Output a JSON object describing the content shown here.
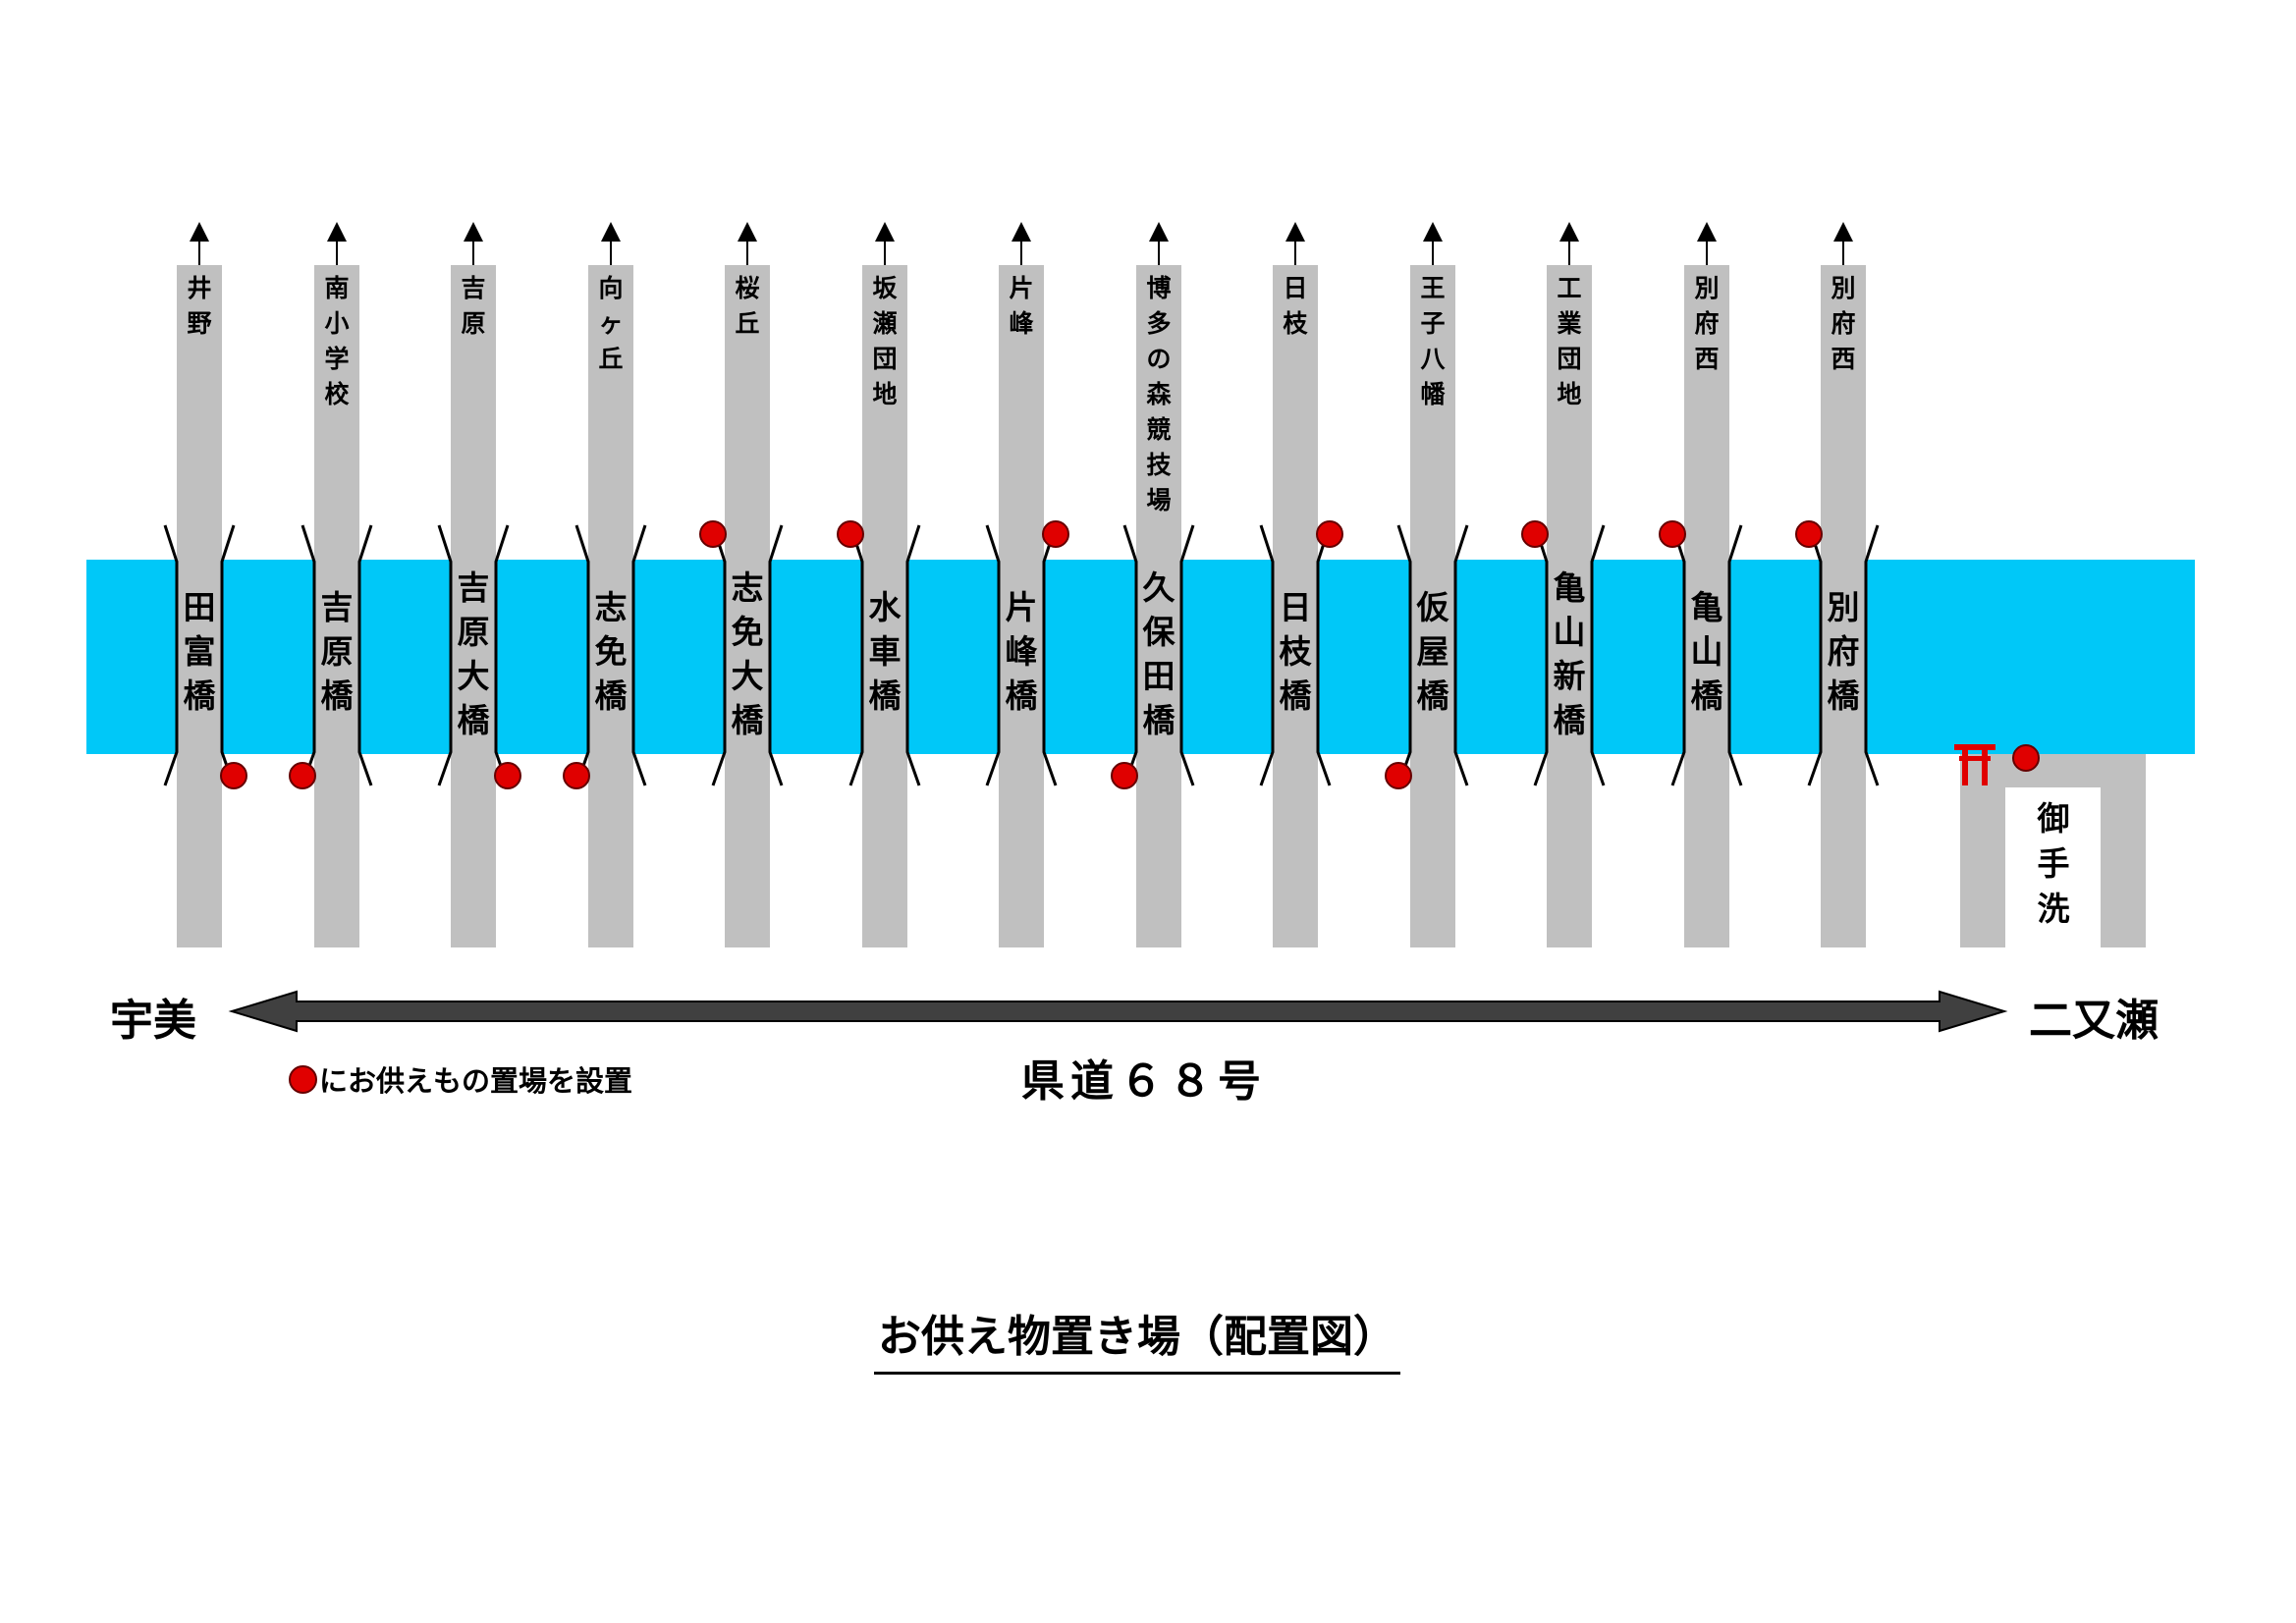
{
  "title": "お供え物置き場（配置図）",
  "road": {
    "name": "県道６８号",
    "left_end": "宇美",
    "right_end": "二又瀬"
  },
  "legend": {
    "text": "にお供えもの置場を設置"
  },
  "colors": {
    "river": "#00c8f8",
    "road": "#c0c0c0",
    "marker": "#e00000",
    "torii": "#e00000",
    "arrow": "#404040"
  },
  "icons": {
    "torii": "torii-icon",
    "marker": "red-circle-marker"
  },
  "shrine_basin": "御手洗",
  "bridges": [
    {
      "name": "田富橋",
      "dest": "井野"
    },
    {
      "name": "吉原橋",
      "dest": "南小学校"
    },
    {
      "name": "吉原大橋",
      "dest": "吉原"
    },
    {
      "name": "志免橋",
      "dest": "向ヶ丘"
    },
    {
      "name": "志免大橋",
      "dest": "桜丘"
    },
    {
      "name": "水車橋",
      "dest": "坂瀬団地"
    },
    {
      "name": "片峰橋",
      "dest": "片峰"
    },
    {
      "name": "久保田橋",
      "dest": "博多の森競技場"
    },
    {
      "name": "日枝橋",
      "dest": "日枝"
    },
    {
      "name": "仮屋橋",
      "dest": "王子八幡"
    },
    {
      "name": "亀山新橋",
      "dest": "工業団地"
    },
    {
      "name": "亀山橋",
      "dest": "別府西"
    },
    {
      "name": "別府橋",
      "dest": "別府西"
    }
  ],
  "markers": [
    {
      "bridge": 0,
      "side": "downstream-right"
    },
    {
      "bridge": 1,
      "side": "downstream-left"
    },
    {
      "bridge": 2,
      "side": "downstream-right"
    },
    {
      "bridge": 3,
      "side": "downstream-left"
    },
    {
      "bridge": 4,
      "side": "upstream-left"
    },
    {
      "bridge": 5,
      "side": "upstream-left"
    },
    {
      "bridge": 6,
      "side": "upstream-right"
    },
    {
      "bridge": 7,
      "side": "downstream-left"
    },
    {
      "bridge": 8,
      "side": "upstream-right"
    },
    {
      "bridge": 9,
      "side": "downstream-left"
    },
    {
      "bridge": 10,
      "side": "upstream-left"
    },
    {
      "bridge": 11,
      "side": "upstream-left"
    },
    {
      "bridge": 12,
      "side": "upstream-left"
    },
    {
      "bridge": -1,
      "side": "shrine"
    }
  ]
}
